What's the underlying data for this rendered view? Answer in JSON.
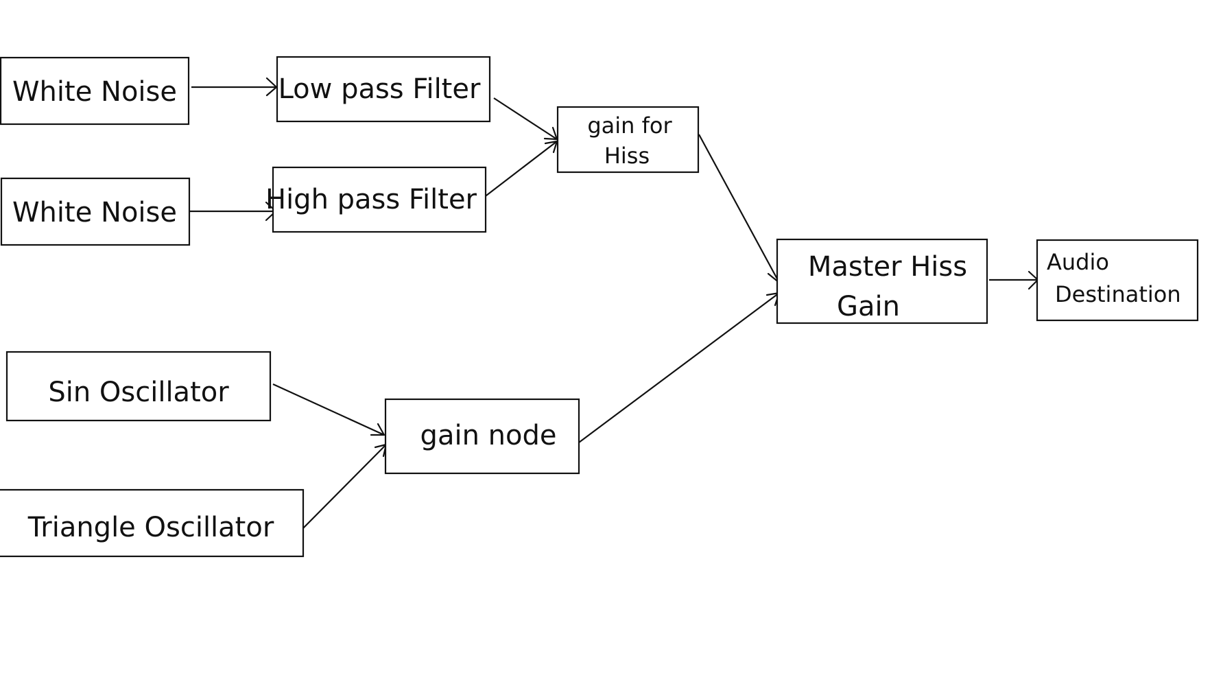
{
  "diagram": {
    "nodes": [
      {
        "id": "white_noise_1",
        "label": "White Noise"
      },
      {
        "id": "low_pass",
        "label": "Low pass Filter"
      },
      {
        "id": "white_noise_2",
        "label": "White Noise"
      },
      {
        "id": "high_pass",
        "label": "High  pass Filter"
      },
      {
        "id": "gain_hiss",
        "label_line1": "gain for",
        "label_line2": "Hiss"
      },
      {
        "id": "master_hiss",
        "label_line1": "Master Hiss",
        "label_line2": "Gain"
      },
      {
        "id": "audio_dest",
        "label_line1": "Audio",
        "label_line2": "Destination"
      },
      {
        "id": "sin_osc",
        "label": "Sin  Oscillator"
      },
      {
        "id": "tri_osc",
        "label": "Triangle Oscillator"
      },
      {
        "id": "gain_node",
        "label": "gain  node"
      }
    ],
    "edges": [
      {
        "from": "white_noise_1",
        "to": "low_pass"
      },
      {
        "from": "white_noise_2",
        "to": "high_pass"
      },
      {
        "from": "low_pass",
        "to": "gain_hiss"
      },
      {
        "from": "high_pass",
        "to": "gain_hiss"
      },
      {
        "from": "gain_hiss",
        "to": "master_hiss"
      },
      {
        "from": "master_hiss",
        "to": "audio_dest"
      },
      {
        "from": "sin_osc",
        "to": "gain_node"
      },
      {
        "from": "tri_osc",
        "to": "gain_node"
      },
      {
        "from": "gain_node",
        "to": "master_hiss"
      }
    ]
  }
}
